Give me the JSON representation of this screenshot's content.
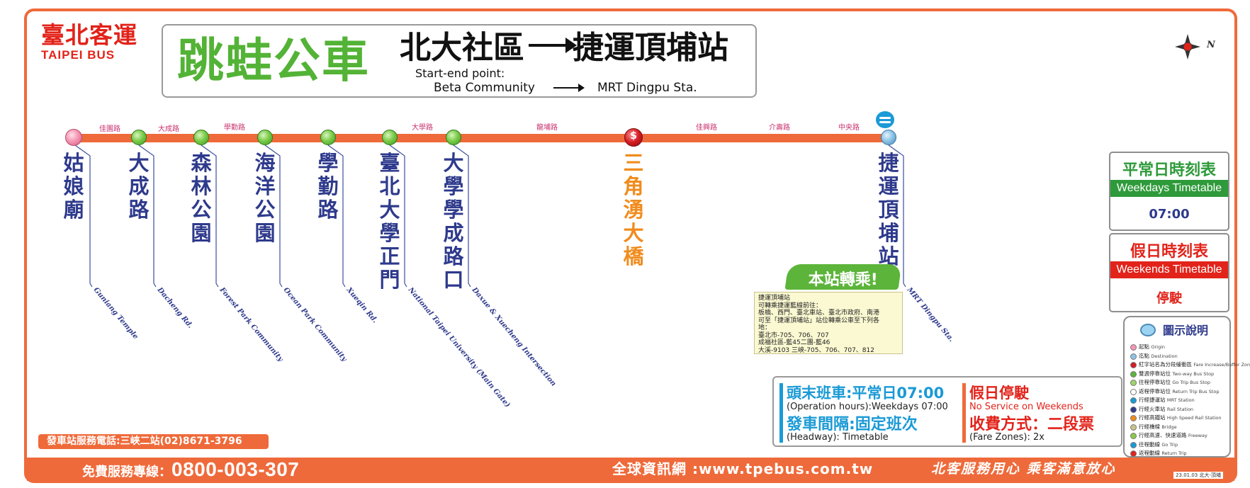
{
  "brand": {
    "name_zh": "臺北客運",
    "name_en": "TAIPEI BUS",
    "color": "#e2231a"
  },
  "header": {
    "service_name": "跳蛙公車",
    "route_zh_start": "北大社區",
    "route_zh_end": "捷運頂埔站",
    "route_en_label": "Start-end point:",
    "route_en_start": "Beta Community",
    "route_en_end": "MRT Dingpu Sta."
  },
  "compass": {
    "label": "N"
  },
  "roads": [
    "佳園路",
    "大成路",
    "學勤路",
    "大學路",
    "龍埔路",
    "佳興路",
    "介壽路",
    "中央路"
  ],
  "stops": [
    {
      "name_zh": "姑娘廟",
      "name_en": "Guniang Temple",
      "type": "origin"
    },
    {
      "name_zh": "大成路",
      "name_en": "Dacheng Rd.",
      "type": "two-way"
    },
    {
      "name_zh": "森林公園",
      "name_en": "Forest Park Community",
      "type": "two-way"
    },
    {
      "name_zh": "海洋公園",
      "name_en": "Ocean Park Community",
      "type": "two-way"
    },
    {
      "name_zh": "學勤路",
      "name_en": "Xueqin Rd.",
      "type": "two-way"
    },
    {
      "name_zh": "臺北大學正門",
      "name_en": "National Taipei University (Main Gate)",
      "type": "two-way"
    },
    {
      "name_zh": "大學學成路口",
      "name_en": "Daxue & Xuecheng Intersection",
      "type": "two-way"
    },
    {
      "name_zh": "三角湧大橋",
      "name_en": "",
      "type": "buffer"
    },
    {
      "name_zh": "捷運頂埔站",
      "name_en": "MRT Dingpu Sta.",
      "type": "destination"
    }
  ],
  "buffer_symbol": "$",
  "transfer": {
    "badge": "本站轉乘!",
    "lines": [
      "捷運頂埔站",
      "可轉乘捷運藍線前往：",
      "板橋、西門、臺北車站、臺北市政府、南港",
      "可至「捷運頂埔站」站位轉乘公車至下列各",
      "地：",
      "臺北市-705、706、707",
      "成福社區-藍45二團-藍46",
      "大溪-9103 三峽-705、706、707、812"
    ]
  },
  "timetables": [
    {
      "title": "平常日時刻表",
      "band": "Weekdays Timetable",
      "value": "07:00",
      "title_color": "#2e9a3a",
      "band_color": "#2e9a3a",
      "value_color": "#2e3a8c"
    },
    {
      "title": "假日時刻表",
      "band": "Weekends Timetable",
      "value": "停駛",
      "title_color": "#e2231a",
      "band_color": "#e2231a",
      "value_color": "#e2231a"
    }
  ],
  "legend": {
    "title": "圖示說明",
    "items": [
      {
        "zh": "起點",
        "en": "Origin",
        "color": "#f497b4"
      },
      {
        "zh": "迄點",
        "en": "Destination",
        "color": "#8ec4e6"
      },
      {
        "zh": "紅字站名為分段緩衝區",
        "en": "Fare Increase/Buffer Zone",
        "color": "#d41c24"
      },
      {
        "zh": "雙週停靠站位",
        "en": "Two-way Bus Stop",
        "color": "#5cb53a"
      },
      {
        "zh": "往程停靠站位",
        "en": "Go Trip Bus Stop",
        "color": "#9ed46a"
      },
      {
        "zh": "返程停靠站位",
        "en": "Return Trip Bus Stop",
        "color": "#ffffff"
      },
      {
        "zh": "行經捷運站",
        "en": "MRT Station",
        "color": "#1a9ad6"
      },
      {
        "zh": "行經火車站",
        "en": "Rail Station",
        "color": "#2e3a8c"
      },
      {
        "zh": "行經高鐵站",
        "en": "High Speed Rail Station",
        "color": "#f08c1e"
      },
      {
        "zh": "行經橋樑",
        "en": "Bridge",
        "color": "#c8c48a"
      },
      {
        "zh": "行經高速、快速道路",
        "en": "Freeway",
        "color": "#8cc84a"
      },
      {
        "zh": "往程動線",
        "en": "Go Trip",
        "color": "#1a9ad6"
      },
      {
        "zh": "返程動線",
        "en": "Return Trip",
        "color": "#e2231a"
      }
    ]
  },
  "ops": {
    "first_last_zh": "頭末班車:平常日07:00",
    "first_last_en": "(Operation hours):Weekdays 07:00",
    "headway_zh": "發車間隔:固定班次",
    "headway_en": "(Headway): Timetable",
    "weekend_zh": "假日停駛",
    "weekend_en": "No Service on Weekends",
    "fare_zh": "收費方式：二段票",
    "fare_en": "(Fare Zones): 2x",
    "blue": "#1a9ad6",
    "orange": "#ef6a3a"
  },
  "depot_phone": "發車站服務電話:三峽二站(02)8671-3796",
  "footer": {
    "hotline_label": "免費服務專線：",
    "hotline_number": "0800-003-307",
    "website": "全球資訊網 :www.tpebus.com.tw",
    "slogan": "北客服務用心 乘客滿意放心",
    "date": "23.01.03 北大-頂埔"
  },
  "accent_color": "#ef6a3a"
}
